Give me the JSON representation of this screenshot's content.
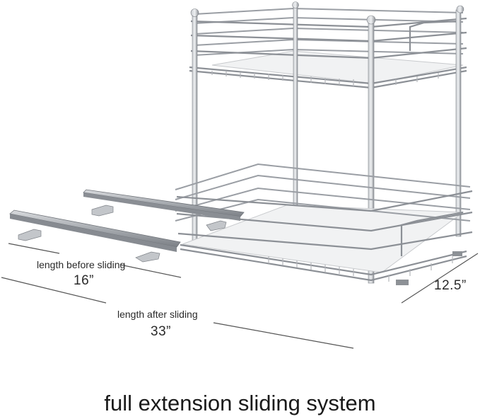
{
  "product": {
    "dimension_labels": {
      "length_before_label": "length before sliding",
      "length_before_value": "16”",
      "length_after_label": "length after sliding",
      "length_after_value": "33”",
      "depth_value": "12.5”"
    },
    "caption": "full extension sliding system",
    "colors": {
      "wire": "#9a9ea4",
      "wire_dark": "#6f7379",
      "shelf_liner": "#f1f2f3",
      "dimension_line": "#555555"
    }
  }
}
